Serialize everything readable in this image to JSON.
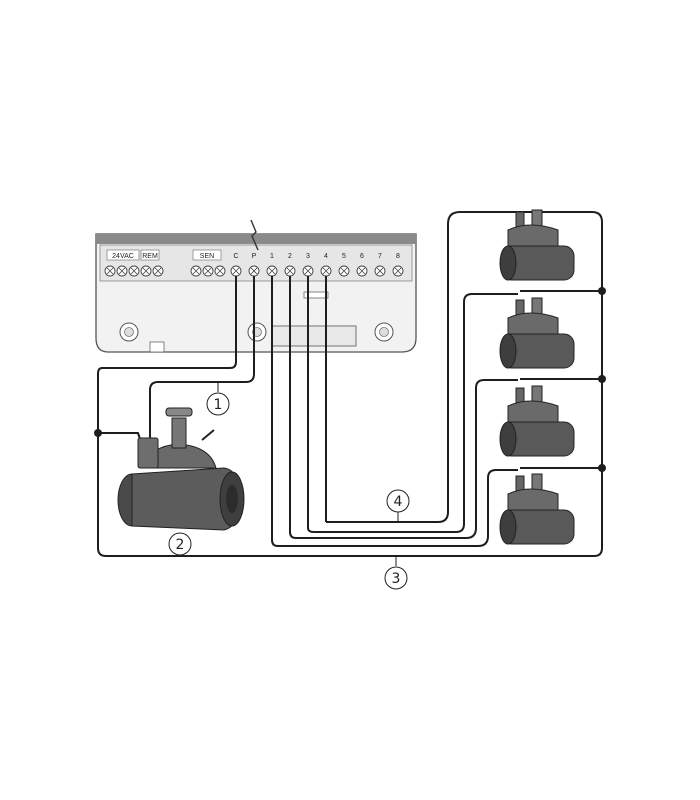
{
  "controller": {
    "terminal_groups": [
      {
        "label": "24VAC"
      },
      {
        "label": "REM"
      },
      {
        "label": "SEN"
      }
    ],
    "terminals": [
      "C",
      "P",
      "1",
      "2",
      "3",
      "4",
      "5",
      "6",
      "7",
      "8"
    ]
  },
  "callouts": [
    {
      "id": "1",
      "text": "1"
    },
    {
      "id": "2",
      "text": "2"
    },
    {
      "id": "3",
      "text": "3"
    },
    {
      "id": "4",
      "text": "4"
    }
  ],
  "colors": {
    "wire": "#1e1e1e",
    "controller_fill": "#f2f2f2",
    "controller_stroke": "#555555",
    "valve_fill": "#595959",
    "valve_dark": "#3a3a3a"
  }
}
